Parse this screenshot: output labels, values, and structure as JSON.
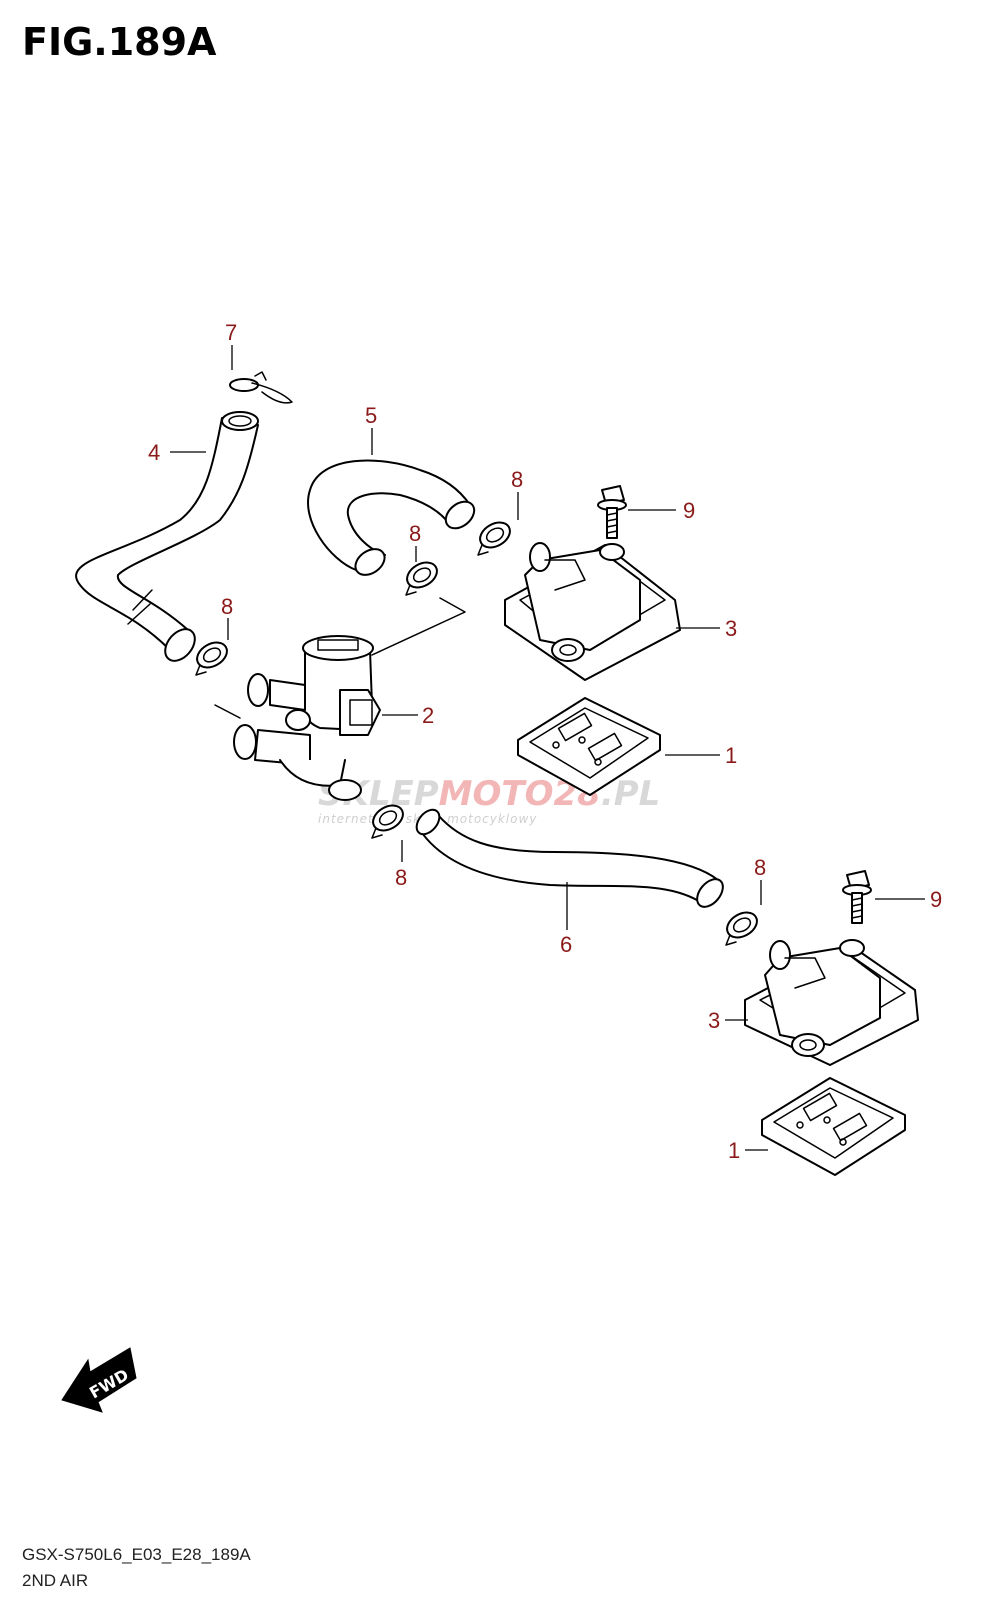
{
  "figure": {
    "title": "FIG.189A",
    "drawing_code": "GSX-S750L6_E03_E28_189A",
    "section_name": "2ND AIR"
  },
  "callouts": [
    "1",
    "1",
    "2",
    "3",
    "3",
    "4",
    "5",
    "6",
    "7",
    "8",
    "8",
    "8",
    "8",
    "8",
    "9",
    "9"
  ],
  "watermark": {
    "brand_prefix": "SKLEP",
    "brand_moto": "MOTO",
    "brand_num": "28",
    "brand_suffix": ".PL",
    "tagline": "internetowy sklep motocyklowy"
  },
  "direction_badge": "FWD",
  "colors": {
    "callout_text": "#8b1a1a",
    "line": "#000000",
    "watermark_gray": "#d8d8d8",
    "watermark_red": "#f2b6b6"
  }
}
